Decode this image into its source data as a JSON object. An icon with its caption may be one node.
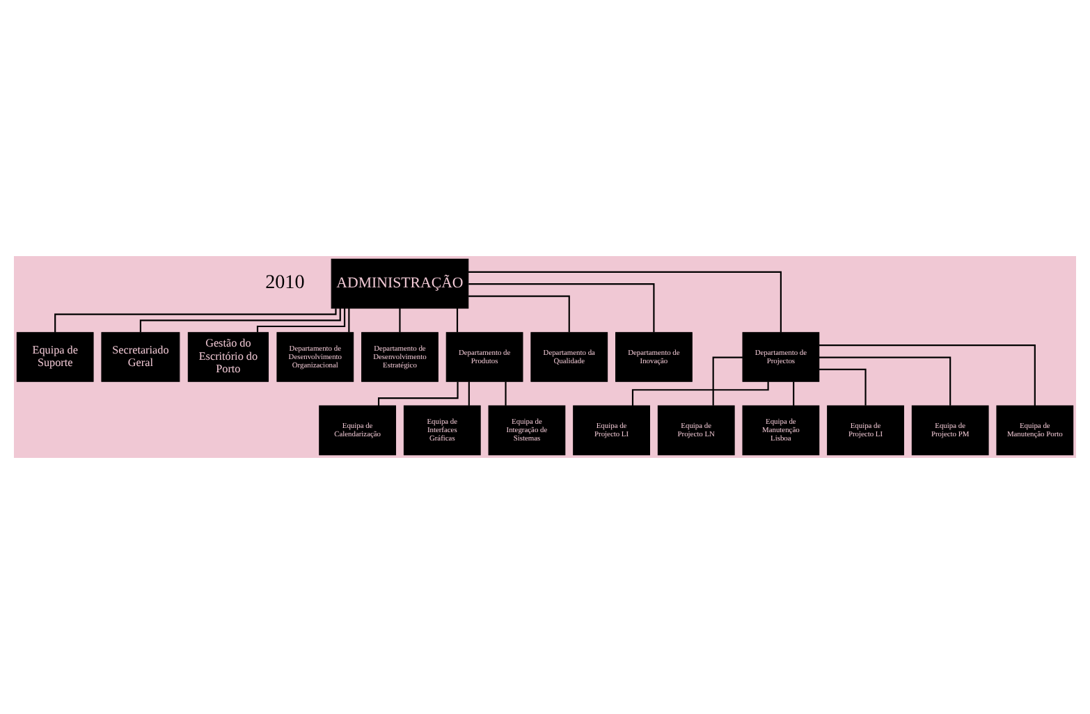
{
  "diagram": {
    "nodes": [
      {
        "text": [
          "ADMINISTRAÇÃO"
        ]
      },
      {
        "text": [
          "Equipa de Suporte"
        ]
      },
      {
        "text": [
          "Secretariado Geral"
        ]
      },
      {
        "text": [
          "Gestão do Escritório do Porto"
        ]
      },
      {
        "text": [
          "Departamento de Desenvolvimento Organizacional"
        ]
      },
      {
        "text": [
          "Departamento de Desenvolvimento Estratégico"
        ]
      },
      {
        "text": [
          "Departamento de Produtos"
        ]
      },
      {
        "text": [
          "Departamento da Qualidade"
        ]
      },
      {
        "text": [
          "Departamento de Inovação"
        ]
      },
      {
        "text": [
          "Departamento de Projectos"
        ]
      },
      {
        "text": [
          "Equipa de Calendarização"
        ]
      },
      {
        "text": [
          "Equipa de Interfaces Gráficas"
        ]
      },
      {
        "text": [
          "Equipa de Integração de Sistemas"
        ]
      },
      {
        "text": [
          "Equipa de Projecto LI"
        ]
      },
      {
        "text": [
          "Equipa de Projecto LN"
        ]
      },
      {
        "text": [
          "Equipa de Manutenção Lisboa"
        ]
      },
      {
        "text": [
          "Equipa de Projecto LI"
        ]
      },
      {
        "text": [
          "Equipa de Projecto PM"
        ]
      },
      {
        "text": [
          "Equipa de Manutenção Porto"
        ]
      }
    ],
    "edges": [
      {
        "from": 0,
        "to": 1,
        "arrow": "none"
      },
      {
        "from": 0,
        "to": 2,
        "arrow": "none"
      },
      {
        "from": 0,
        "to": 3,
        "arrow": "none"
      },
      {
        "from": 0,
        "to": 4,
        "arrow": "none"
      },
      {
        "from": 0,
        "to": 5,
        "arrow": "none"
      },
      {
        "from": 0,
        "to": 6,
        "arrow": "none"
      },
      {
        "from": 0,
        "to": 7,
        "arrow": "none"
      },
      {
        "from": 0,
        "to": 8,
        "arrow": "none"
      },
      {
        "from": 0,
        "to": 9,
        "arrow": "none"
      },
      {
        "from": 6,
        "to": 10,
        "arrow": "none"
      },
      {
        "from": 6,
        "to": 11,
        "arrow": "none"
      },
      {
        "from": 6,
        "to": 12,
        "arrow": "none"
      },
      {
        "from": 9,
        "to": 13,
        "arrow": "none"
      },
      {
        "from": 9,
        "to": 14,
        "arrow": "none"
      },
      {
        "from": 9,
        "to": 15,
        "arrow": "none"
      },
      {
        "from": 9,
        "to": 16,
        "arrow": "none"
      },
      {
        "from": 9,
        "to": 17,
        "arrow": "none"
      },
      {
        "from": 9,
        "to": 18,
        "arrow": "none"
      }
    ],
    "labels": [
      "2010"
    ]
  }
}
